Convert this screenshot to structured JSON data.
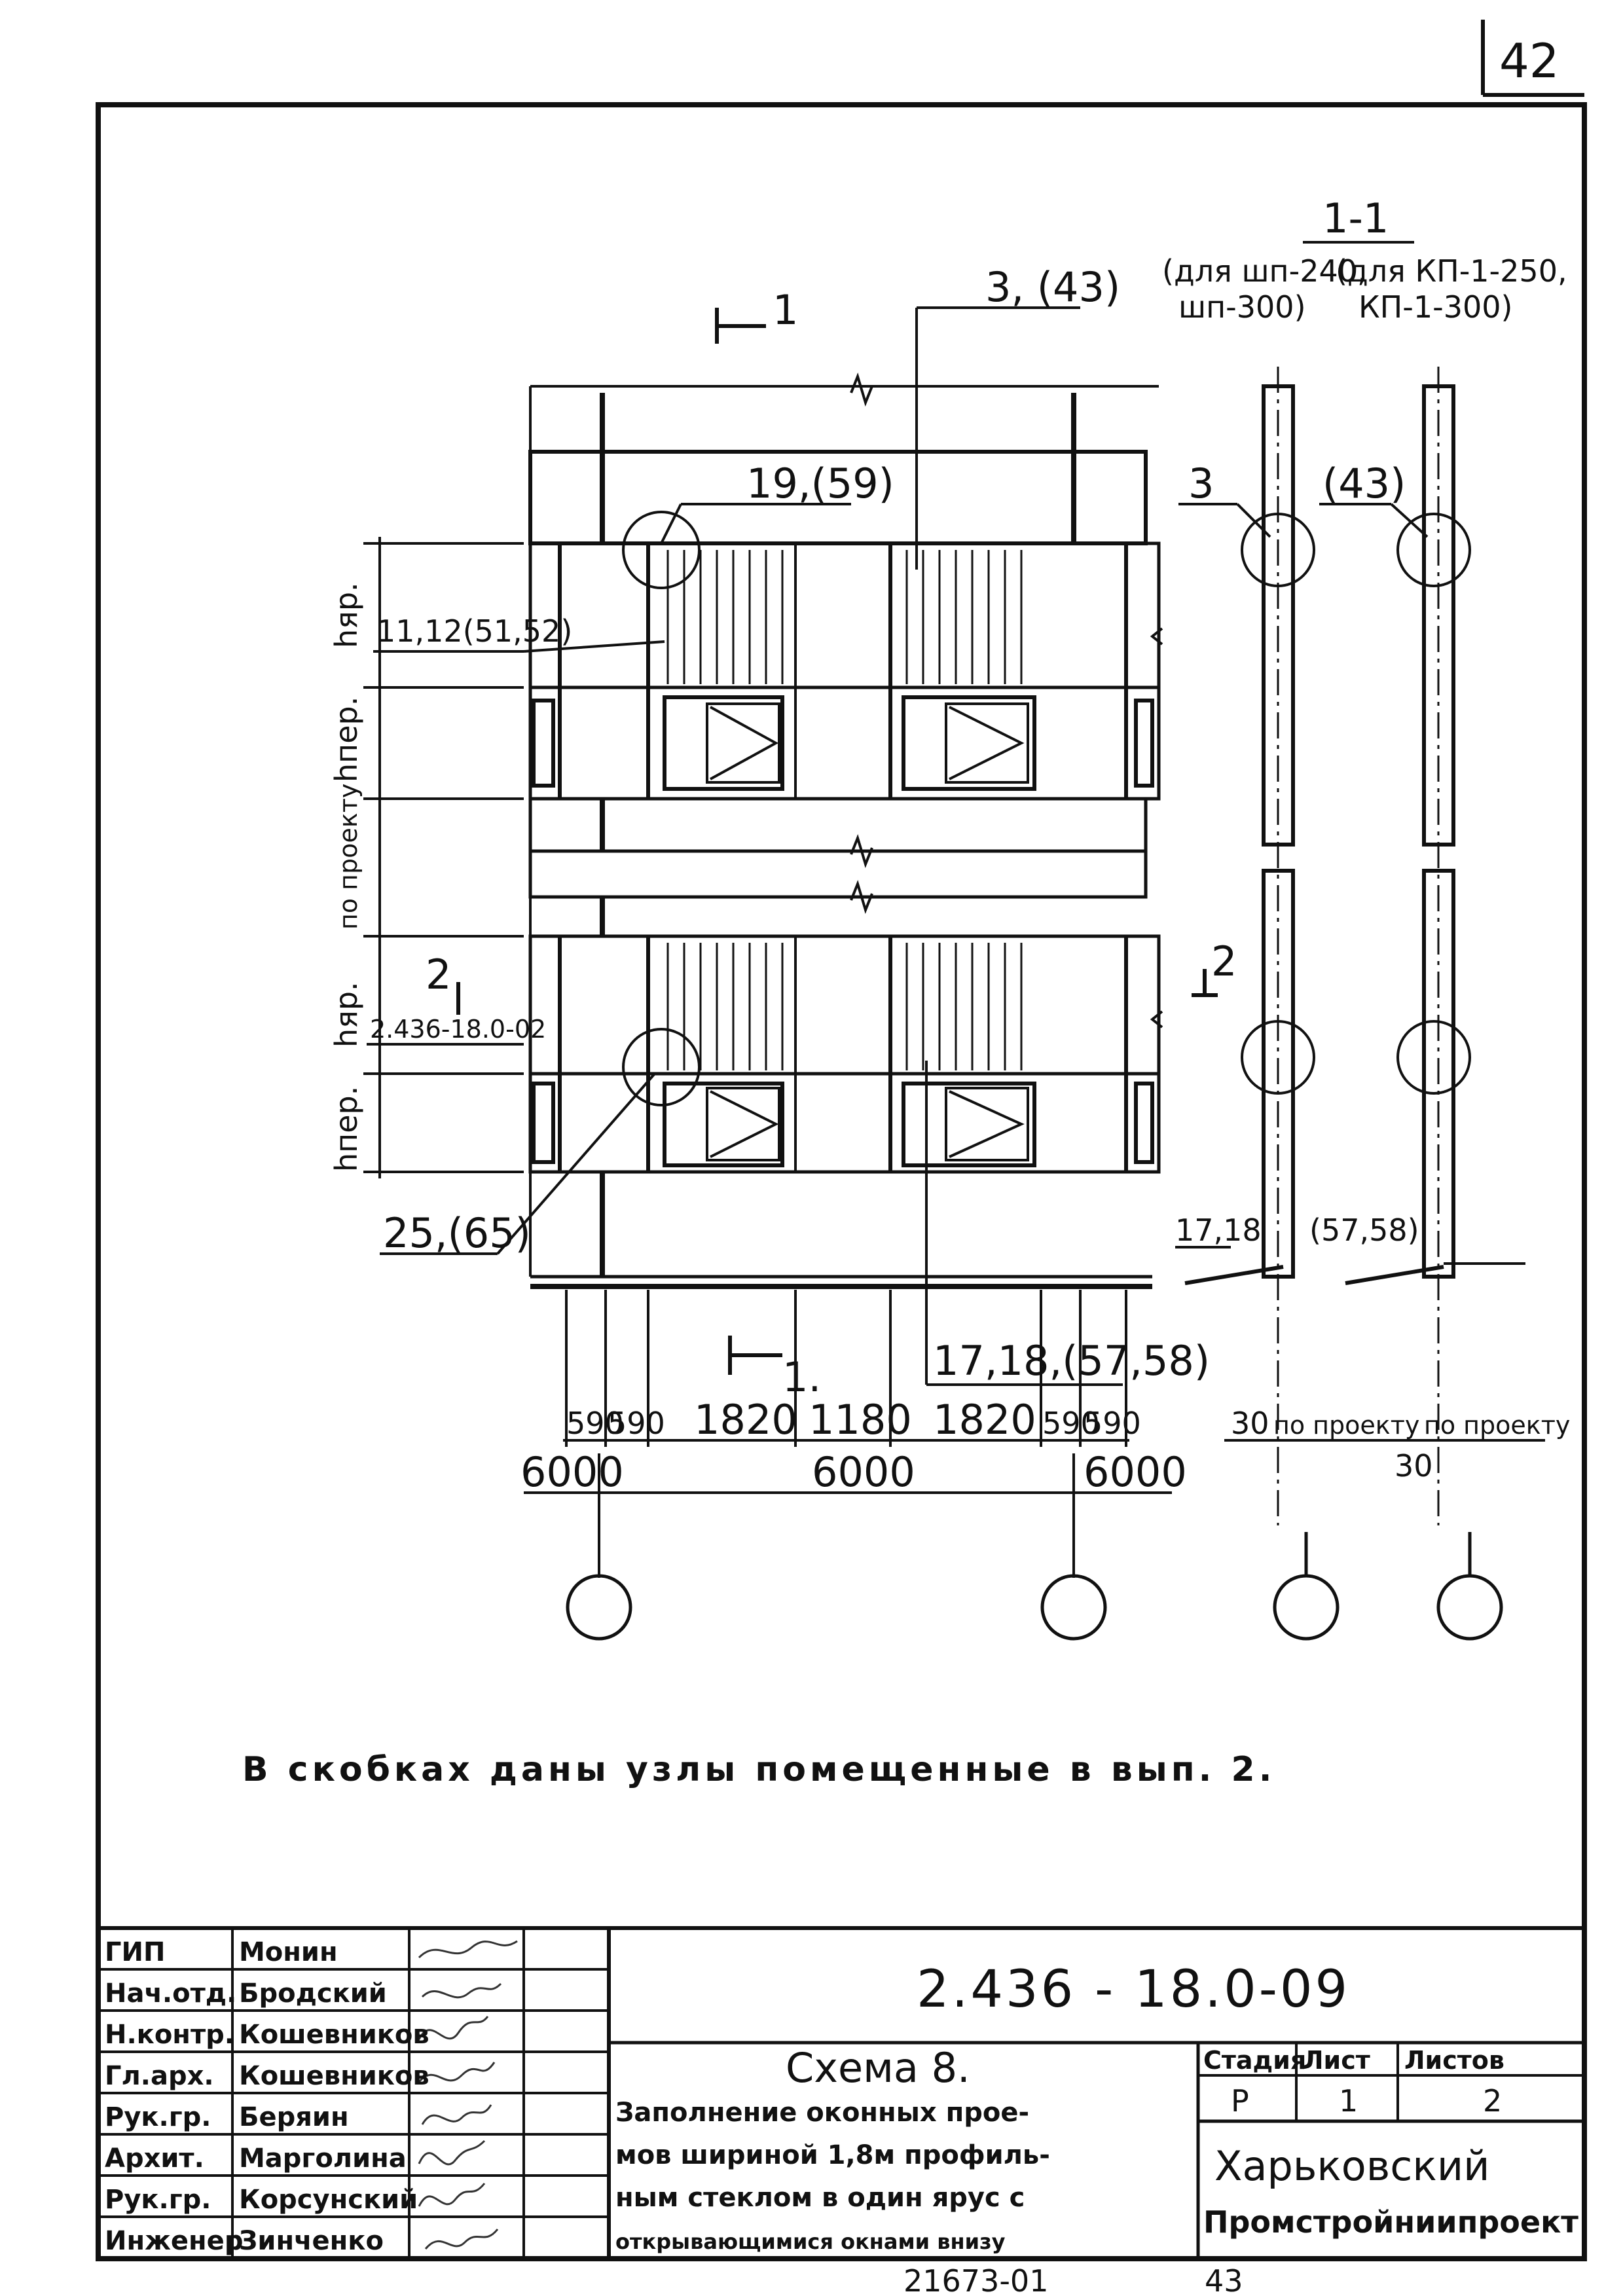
{
  "sheet_number": "42",
  "section": {
    "title": "1-1",
    "left_caption_line1": "(для шп-240,",
    "left_caption_line2": "шп-300)",
    "right_caption_line1": "(для КП-1-250,",
    "right_caption_line2": "КП-1-300)",
    "left_label_top": "3",
    "right_label_top": "(43)",
    "left_label_bottom": "17,18",
    "right_label_bottom": "(57,58)",
    "dim_left": "30",
    "dim_left_text": "по проекту",
    "dim_right": "30",
    "dim_right_text": "по проекту"
  },
  "elevation": {
    "cut_mark_top": "1",
    "cut_mark_bottom": "1.",
    "cut_mark_2_left": "2",
    "cut_mark_2_right": "2",
    "label_3_43": "3, (43)",
    "label_19_59": "19,(59)",
    "label_11_12": "11,12(51,52)",
    "label_ref": "2.436-18.0-02",
    "label_25_65": "25,(65)",
    "label_17_18": "17,18,(57,58)",
    "height_labels": [
      "hяр.",
      "hпер.",
      "по проекту",
      "hяр.",
      "hпер."
    ],
    "dims_row1": [
      "590",
      "590",
      "1820",
      "1180",
      "1820",
      "590",
      "590"
    ],
    "dims_row2": [
      "6000",
      "6000",
      "6000"
    ]
  },
  "note": "В скобках даны узлы помещенные в вып. 2.",
  "title_block": {
    "roles": [
      "ГИП",
      "Нач.отд.",
      "Н.контр.",
      "Гл.арх.",
      "Рук.гр.",
      "Архит.",
      "Рук.гр.",
      "Инженер"
    ],
    "names": [
      "Монин",
      "Бродский",
      "Кошевников",
      "Кошевников",
      "Беряин",
      "Марголина",
      "Корсунский",
      "Зинченко"
    ],
    "doc_code": "2.436 - 18.0-09",
    "scheme_title": "Схема 8.",
    "description": [
      "Заполнение оконных прое-",
      "мов шириной 1,8м профиль-",
      "ным стеклом в один ярус с",
      "открывающимися окнами внизу"
    ],
    "col_headers": [
      "Стадия",
      "Лист",
      "Листов"
    ],
    "col_values": [
      "Р",
      "1",
      "2"
    ],
    "org_line1": "Харьковский",
    "org_line2": "Промстройниипроект"
  },
  "footer_left": "21673-01",
  "footer_right": "43"
}
